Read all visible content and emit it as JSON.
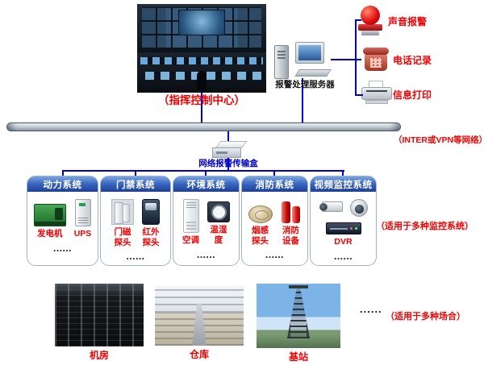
{
  "control_center": {
    "caption": "（指挥控制中心）"
  },
  "alarm_server": {
    "caption": "报警处理服务器"
  },
  "outputs": [
    {
      "label": "声音报警",
      "icon": "siren-icon"
    },
    {
      "label": "电话记录",
      "icon": "telephone-icon"
    },
    {
      "label": "信息打印",
      "icon": "printer-icon"
    }
  ],
  "network": {
    "bus_note": "（INTER或VPN等网络）",
    "transmission_box_caption": "网络报警传输盒"
  },
  "systems": {
    "note": "（适用于多种监控系统）",
    "boxes": [
      {
        "title": "动力系统",
        "items": [
          {
            "label": "发电机"
          },
          {
            "label": "UPS"
          }
        ],
        "more": "......"
      },
      {
        "title": "门禁系统",
        "items": [
          {
            "label": "门磁\n探头"
          },
          {
            "label": "红外\n探头"
          }
        ],
        "more": "......"
      },
      {
        "title": "环境系统",
        "items": [
          {
            "label": "空调"
          },
          {
            "label": "温湿\n度"
          }
        ],
        "more": "......"
      },
      {
        "title": "消防系统",
        "items": [
          {
            "label": "烟感\n探头"
          },
          {
            "label": "消防\n设备"
          }
        ],
        "more": "......"
      },
      {
        "title": "视频监控系统",
        "items": [
          {
            "label": "DVR"
          }
        ],
        "more": "......"
      }
    ]
  },
  "sites": {
    "note": "（适用于多种场合）",
    "more": "......",
    "items": [
      {
        "label": "机房"
      },
      {
        "label": "仓库"
      },
      {
        "label": "基站"
      }
    ]
  },
  "icons": {
    "siren-icon": "red-beacon css-shape",
    "telephone-icon": "red-desk-phone css-shape",
    "printer-icon": "gray-printer css-shape"
  },
  "colors": {
    "line_blue": "#0000cc",
    "label_red": "#f00000",
    "box_header_blue": "#3a66c0"
  }
}
